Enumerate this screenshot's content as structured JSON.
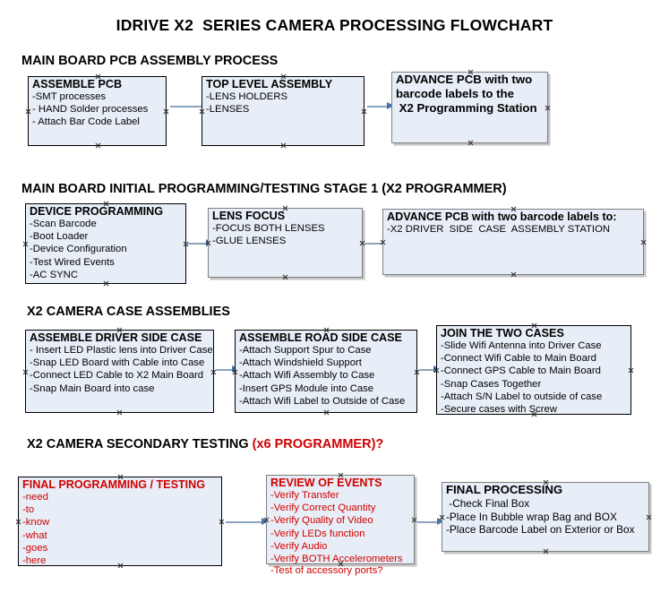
{
  "title": "IDRIVE X2  SERIES CAMERA PROCESSING FLOWCHART",
  "sections": [
    {
      "heading": "MAIN BOARD PCB ASSEMBLY PROCESS",
      "heading_accent": "",
      "nodes": [
        {
          "title": "ASSEMBLE PCB",
          "lines": [
            "-SMT processes",
            "- HAND Solder processes",
            "- Attach Bar Code Label"
          ]
        },
        {
          "title": "TOP LEVEL ASSEMBLY",
          "lines": [
            "-LENS HOLDERS",
            "-LENSES"
          ]
        },
        {
          "title": "ADVANCE PCB with two",
          "lines": [
            "barcode labels to the",
            " X2 Programming Station"
          ]
        }
      ]
    },
    {
      "heading": "MAIN BOARD INITIAL PROGRAMMING/TESTING STAGE 1 (X2 PROGRAMMER)",
      "heading_accent": "",
      "nodes": [
        {
          "title": "DEVICE PROGRAMMING",
          "lines": [
            "-Scan Barcode",
            "-Boot Loader",
            "-Device Configuration",
            "-Test Wired Events",
            "-AC SYNC"
          ]
        },
        {
          "title": "LENS FOCUS",
          "lines": [
            "-FOCUS BOTH LENSES",
            "-GLUE LENSES"
          ]
        },
        {
          "title": "ADVANCE PCB with two barcode labels to:",
          "lines": [
            "-X2 DRIVER  SIDE  CASE  ASSEMBLY STATION"
          ]
        }
      ]
    },
    {
      "heading": "X2 CAMERA CASE ASSEMBLIES",
      "heading_accent": "",
      "nodes": [
        {
          "title": "ASSEMBLE DRIVER SIDE CASE",
          "lines": [
            "- Insert LED Plastic lens into Driver Case",
            "-Snap LED Board with Cable into Case",
            "-Connect LED Cable to X2 Main Board",
            "-Snap Main Board into case"
          ]
        },
        {
          "title": "ASSEMBLE ROAD SIDE CASE",
          "lines": [
            "-Attach Support Spur to Case",
            "-Attach Windshield Support",
            "-Attach Wifi Assembly to Case",
            "-Insert GPS Module into Case",
            "-Attach Wifi Label to Outside of Case"
          ]
        },
        {
          "title": "JOIN THE TWO CASES",
          "lines": [
            "-Slide Wifi Antenna into Driver Case",
            "-Connect Wifi Cable to Main Board",
            "-Connect GPS Cable to Main Board",
            "-Snap Cases Together",
            "-Attach S/N Label to outside of case",
            "-Secure cases with Screw"
          ]
        }
      ]
    },
    {
      "heading": "X2 CAMERA SECONDARY TESTING ",
      "heading_accent": "(x6 PROGRAMMER)?",
      "nodes": [
        {
          "title": "FINAL PROGRAMMING / TESTING",
          "lines": [
            "-need",
            "-to",
            "-know",
            "-what",
            "-goes",
            "-here"
          ]
        },
        {
          "title": "REVIEW OF EVENTS",
          "lines": [
            "-Verify Transfer",
            "-Verify Correct Quantity",
            "-Verify Quality of Video",
            "-Verify LEDs function",
            "-Verify Audio",
            "-Verify BOTH Accelerometers"
          ],
          "overflow_line": "-Test of accessory ports?"
        },
        {
          "title": "FINAL PROCESSING",
          "lines": [
            " -Check Final Box",
            "-Place In Bubble wrap Bag and BOX",
            "-Place Barcode Label on Exterior or Box"
          ]
        }
      ]
    }
  ],
  "colors": {
    "node_fill": "#e8eef7",
    "node_border_black": "#000000",
    "node_border_gray": "#7f7f7f",
    "accent_red": "#d00000",
    "arrow_shaft": "#8aa4be",
    "arrow_head": "#4a74a8"
  }
}
